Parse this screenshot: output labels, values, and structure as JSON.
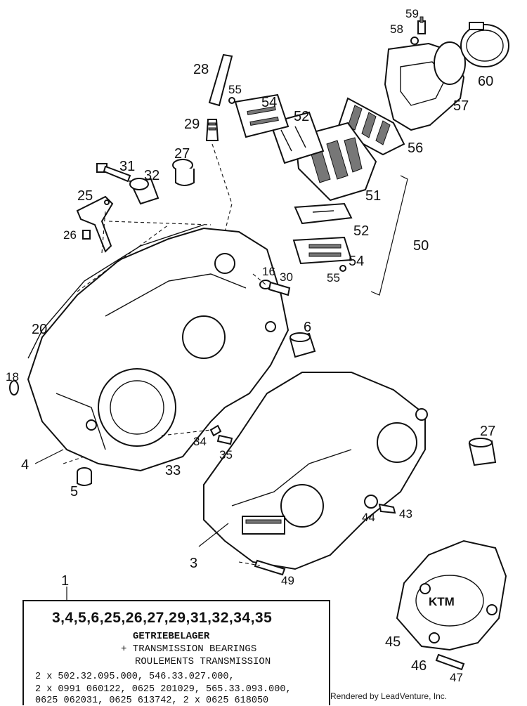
{
  "callouts": {
    "c1": "1",
    "c3": "3",
    "c4": "4",
    "c5": "5",
    "c6": "6",
    "c16": "16",
    "c18": "18",
    "c20": "20",
    "c25": "25",
    "c26": "26",
    "c27a": "27",
    "c27b": "27",
    "c28": "28",
    "c29": "29",
    "c30": "30",
    "c31": "31",
    "c32": "32",
    "c33": "33",
    "c34": "34",
    "c35": "35",
    "c43": "43",
    "c44": "44",
    "c45": "45",
    "c46": "46",
    "c47": "47",
    "c49": "49",
    "c50": "50",
    "c51": "51",
    "c52a": "52",
    "c52b": "52",
    "c54a": "54",
    "c54b": "54",
    "c55a": "55",
    "c55b": "55",
    "c56": "56",
    "c57": "57",
    "c58": "58",
    "c59": "59",
    "c60": "60"
  },
  "kit": {
    "parts": "3,4,5,6,25,26,27,29,31,32,34,35",
    "title_de": "GETRIEBELAGER",
    "title_en": "+ TRANSMISSION BEARINGS",
    "title_fr": "ROULEMENTS TRANSMISSION",
    "line1": "2 x 502.32.095.000, 546.33.027.000,",
    "line2": "2 x 0991 060122, 0625 201029, 565.33.093.000,",
    "line3": "0625 062031, 0625 613742, 2 x 0625 618050"
  },
  "cover_logo": "KTM",
  "credit": "Rendered by LeadVenture, Inc."
}
